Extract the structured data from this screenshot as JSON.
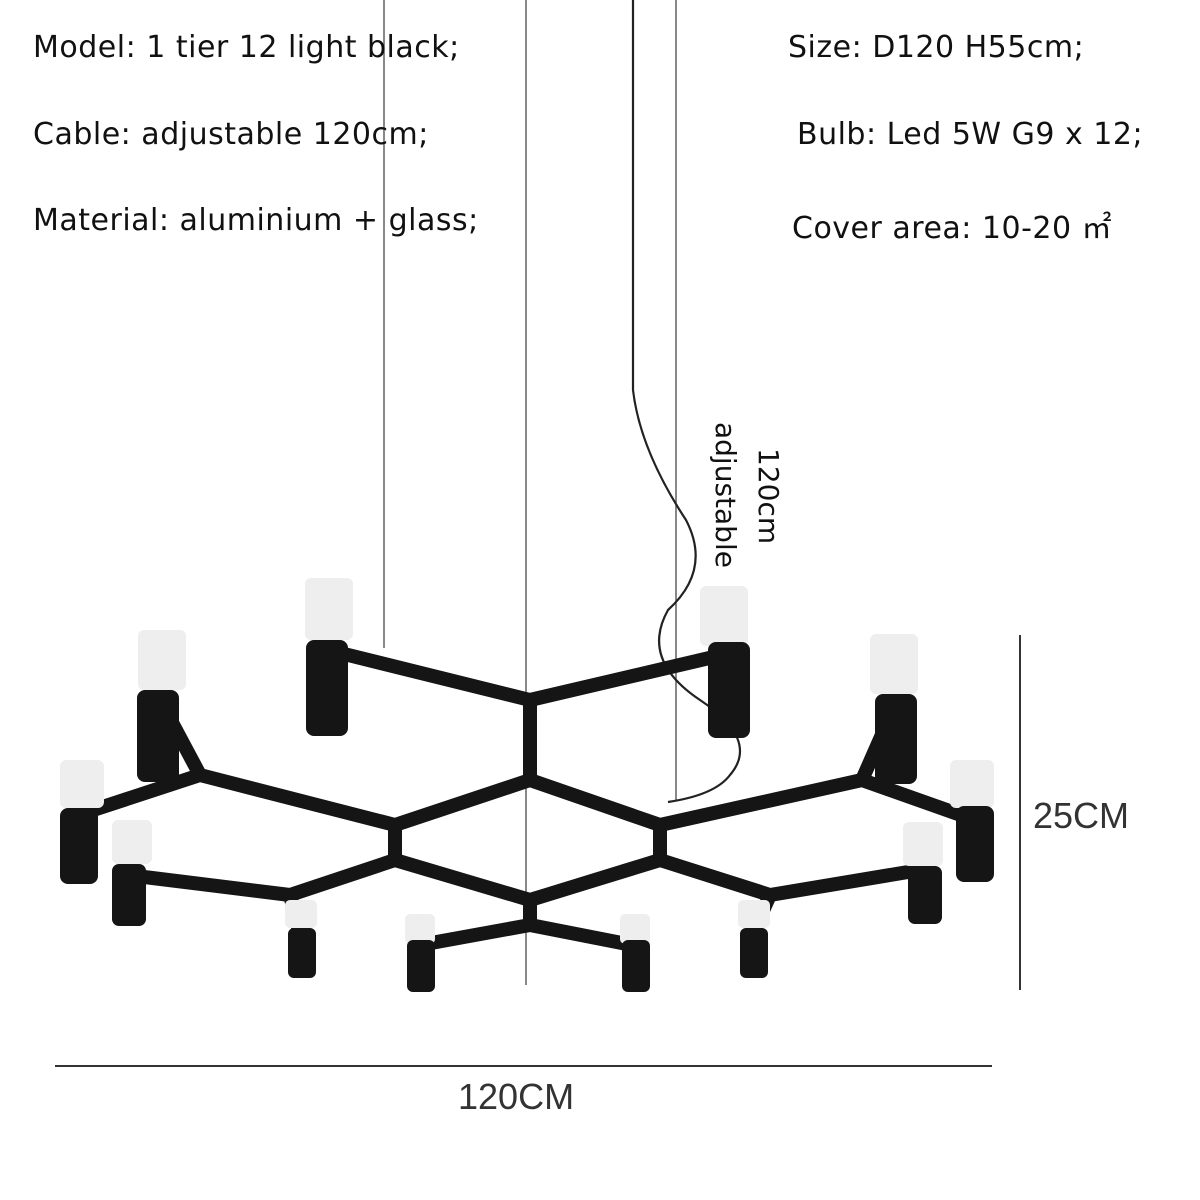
{
  "specs": {
    "model": "Model: 1 tier 12 light black;",
    "size": "Size: D120 H55cm;",
    "cable": "Cable: adjustable 120cm;",
    "bulb": "Bulb: Led 5W G9 x 12;",
    "material": "Material: aluminium + glass;",
    "cover_area": "Cover area: 10-20 ㎡"
  },
  "cable_label": {
    "length": "120cm",
    "note": "adjustable"
  },
  "dimensions": {
    "width": "120CM",
    "height": "25CM"
  },
  "colors": {
    "frame": "#151515",
    "shade": "#eeeeee",
    "text": "#111111"
  }
}
